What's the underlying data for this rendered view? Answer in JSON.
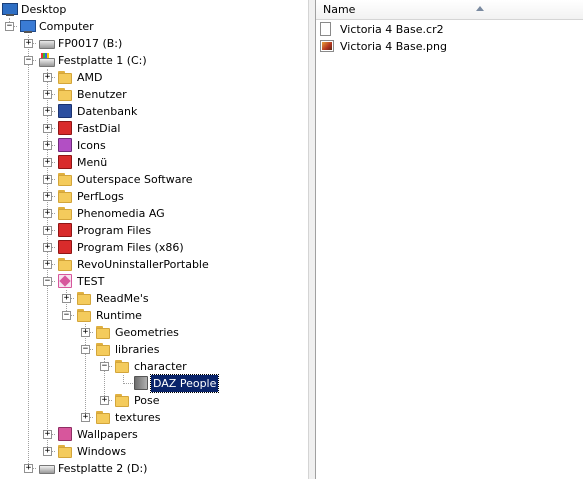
{
  "tree": {
    "desktop": "Desktop",
    "computer": "Computer",
    "fp0017": "FP0017 (B:)",
    "festplatte1": "Festplatte 1 (C:)",
    "folders": [
      "AMD",
      "Benutzer",
      "Datenbank",
      "FastDial",
      "Icons",
      "Menü",
      "Outerspace Software",
      "PerfLogs",
      "Phenomedia AG",
      "Program Files",
      "Program Files (x86)",
      "RevoUninstallerPortable"
    ],
    "test": "TEST",
    "readme": "ReadMe's",
    "runtime": "Runtime",
    "geometries": "Geometries",
    "libraries": "libraries",
    "character": "character",
    "daz_people": "DAZ People",
    "pose": "Pose",
    "textures": "textures",
    "wallpapers": "Wallpapers",
    "windows": "Windows",
    "festplatte2": "Festplatte 2 (D:)"
  },
  "file_list": {
    "column_name": "Name",
    "sort": "ascending",
    "files": [
      {
        "name": "Victoria 4 Base.cr2",
        "icon": "document-icon"
      },
      {
        "name": "Victoria 4 Base.png",
        "icon": "image-icon"
      }
    ]
  },
  "colors": {
    "selection": "#0a246a",
    "folder_yellow": "#f4cb5c",
    "folder_red": "#d92b2b",
    "folder_blue": "#2d4fa0",
    "folder_purple": "#b24fc4",
    "folder_pink": "#d7569c"
  }
}
